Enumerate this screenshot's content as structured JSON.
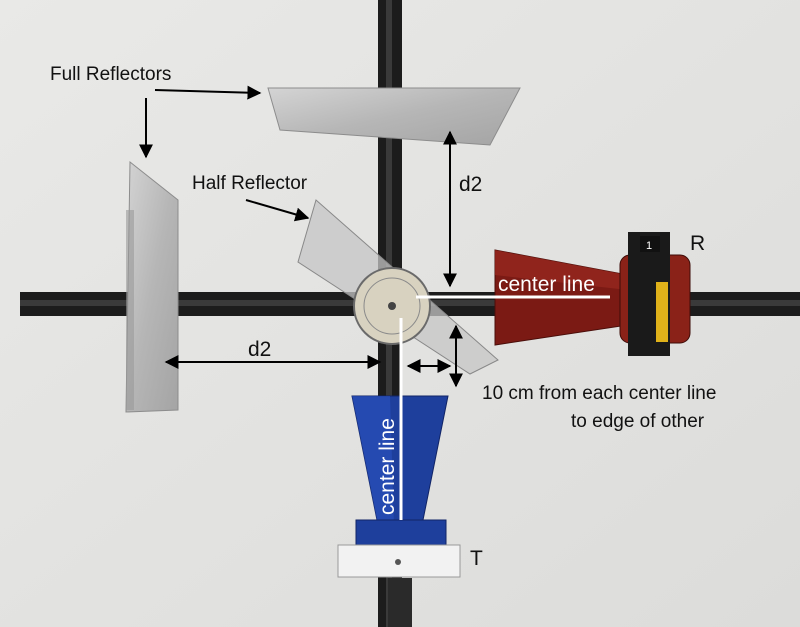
{
  "labels": {
    "full_reflectors": "Full Reflectors",
    "half_reflector": "Half Reflector",
    "d2_vertical": "d2",
    "d2_horizontal": "d2",
    "center_line_receiver": "center line",
    "center_line_transmitter": "center line",
    "receiver": "R",
    "transmitter": "T",
    "spacing_note_line1": "10 cm from each center line",
    "spacing_note_line2": "to edge of other"
  },
  "colors": {
    "background": "#e6e6e4",
    "rail": "#1c1c1c",
    "reflector": "#bcbcbc",
    "receiver_horn": "#7b1a14",
    "transmitter_horn": "#1e3f9c",
    "center_line": "#ffffff"
  }
}
